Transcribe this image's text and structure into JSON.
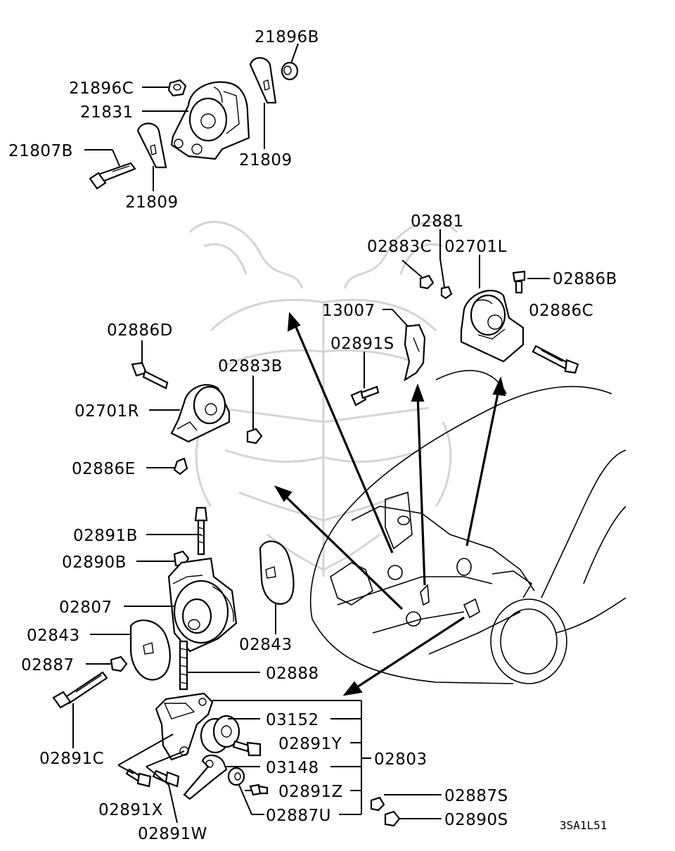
{
  "diagram": {
    "code": "3SA1L51",
    "labels": {
      "p21896B": "21896B",
      "p21896C": "21896C",
      "p21831": "21831",
      "p21807B": "21807B",
      "p21809a": "21809",
      "p21809b": "21809",
      "p02881": "02881",
      "p02883C": "02883C",
      "p02701L": "02701L",
      "p02886B": "02886B",
      "p13007": "13007",
      "p02886C": "02886C",
      "p02891S": "02891S",
      "p02886D": "02886D",
      "p02883B": "02883B",
      "p02701R": "02701R",
      "p02886E": "02886E",
      "p02891B": "02891B",
      "p02890B": "02890B",
      "p02807": "02807",
      "p02843a": "02843",
      "p02843b": "02843",
      "p02887": "02887",
      "p02888": "02888",
      "p02891C": "02891C",
      "p03152": "03152",
      "p02891Y": "02891Y",
      "p03148": "03148",
      "p02803": "02803",
      "p02891Z": "02891Z",
      "p02891X": "02891X",
      "p02891W": "02891W",
      "p02887U": "02887U",
      "p02887S": "02887S",
      "p02890S": "02890S"
    }
  }
}
